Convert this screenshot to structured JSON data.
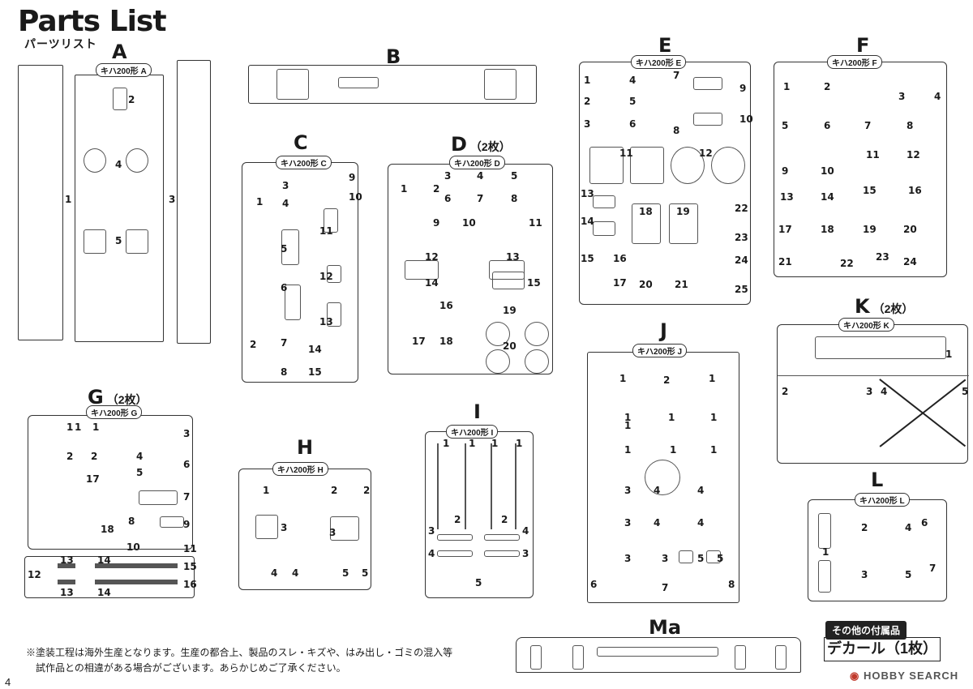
{
  "page": {
    "title": "Parts List",
    "subtitle": "パーツリスト",
    "page_number": "4",
    "notes": [
      "※塗装工程は海外生産となります。生産の都合上、製品のスレ・キズや、はみ出し・ゴミの混入等",
      "試作品との相違がある場合がございます。あらかじめご了承ください。"
    ],
    "accessory_header": "その他の付属品",
    "accessory_item": "デカール（1枚）",
    "watermark": "HOBBY SEARCH"
  },
  "sprues": {
    "A": {
      "letter": "A",
      "tag": "キハ200形 A",
      "numbers": [
        "1",
        "2",
        "3",
        "4",
        "5"
      ]
    },
    "B": {
      "letter": "B"
    },
    "C": {
      "letter": "C",
      "tag": "キハ200形 C",
      "numbers": [
        "1",
        "2",
        "3",
        "4",
        "5",
        "6",
        "7",
        "8",
        "9",
        "10",
        "11",
        "12",
        "13",
        "14",
        "15"
      ]
    },
    "D": {
      "letter": "D",
      "count": "（2枚）",
      "tag": "キハ200形 D",
      "numbers": [
        "1",
        "2",
        "3",
        "4",
        "5",
        "6",
        "7",
        "8",
        "9",
        "10",
        "11",
        "12",
        "13",
        "14",
        "15",
        "16",
        "17",
        "18",
        "19",
        "20"
      ]
    },
    "E": {
      "letter": "E",
      "tag": "キハ200形 E",
      "numbers": [
        "1",
        "2",
        "3",
        "4",
        "5",
        "6",
        "7",
        "8",
        "9",
        "10",
        "11",
        "12",
        "13",
        "14",
        "15",
        "16",
        "17",
        "18",
        "19",
        "20",
        "21",
        "22",
        "23",
        "24",
        "25"
      ]
    },
    "F": {
      "letter": "F",
      "tag": "キハ200形 F",
      "numbers": [
        "1",
        "2",
        "3",
        "4",
        "5",
        "6",
        "7",
        "8",
        "9",
        "10",
        "11",
        "12",
        "13",
        "14",
        "15",
        "16",
        "17",
        "18",
        "19",
        "20",
        "21",
        "22",
        "23",
        "24"
      ]
    },
    "G": {
      "letter": "G",
      "count": "（2枚）",
      "tag": "キハ200形 G",
      "numbers": [
        "1",
        "1",
        "1",
        "2",
        "2",
        "3",
        "4",
        "5",
        "6",
        "7",
        "8",
        "9",
        "10",
        "11",
        "12",
        "13",
        "13",
        "14",
        "14",
        "15",
        "16",
        "17",
        "18"
      ]
    },
    "H": {
      "letter": "H",
      "tag": "キハ200形 H",
      "numbers": [
        "1",
        "2",
        "2",
        "3",
        "3",
        "4",
        "4",
        "5",
        "5"
      ]
    },
    "I": {
      "letter": "I",
      "tag": "キハ200形 I",
      "numbers": [
        "1",
        "1",
        "1",
        "1",
        "2",
        "2",
        "3",
        "3",
        "4",
        "4",
        "5"
      ]
    },
    "J": {
      "letter": "J",
      "tag": "キハ200形 J",
      "numbers": [
        "1",
        "1",
        "2",
        "1",
        "1",
        "1",
        "1",
        "1",
        "1",
        "1",
        "1",
        "3",
        "3",
        "4",
        "4",
        "3",
        "3",
        "4",
        "4",
        "3",
        "3",
        "5",
        "5",
        "6",
        "7",
        "8"
      ]
    },
    "K": {
      "letter": "K",
      "count": "（2枚）",
      "tag": "キハ200形 K",
      "numbers": [
        "1",
        "2",
        "3",
        "4",
        "5"
      ]
    },
    "L": {
      "letter": "L",
      "tag": "キハ200形 L",
      "numbers": [
        "1",
        "2",
        "3",
        "4",
        "5",
        "6",
        "7"
      ]
    },
    "Ma": {
      "letter": "Ma"
    }
  }
}
